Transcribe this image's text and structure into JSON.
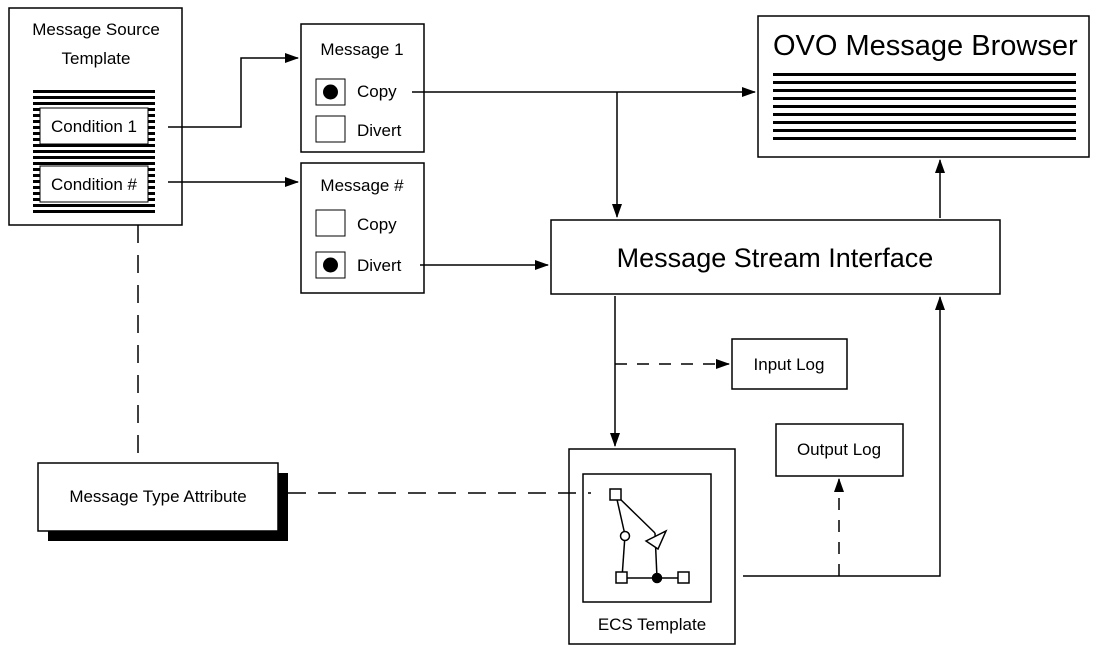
{
  "source_template": {
    "title_line1": "Message Source",
    "title_line2": "Template",
    "conditions": [
      "Condition 1",
      "Condition #"
    ]
  },
  "message1": {
    "title": "Message 1",
    "options": [
      {
        "label": "Copy",
        "selected": true
      },
      {
        "label": "Divert",
        "selected": false
      }
    ]
  },
  "message_n": {
    "title": "Message #",
    "options": [
      {
        "label": "Copy",
        "selected": false
      },
      {
        "label": "Divert",
        "selected": true
      }
    ]
  },
  "browser": {
    "title": "OVO Message Browser"
  },
  "stream_interface": {
    "label": "Message Stream Interface"
  },
  "input_log": {
    "label": "Input Log"
  },
  "output_log": {
    "label": "Output Log"
  },
  "ecs_template": {
    "label": "ECS Template"
  },
  "type_attribute": {
    "label": "Message Type Attribute"
  }
}
